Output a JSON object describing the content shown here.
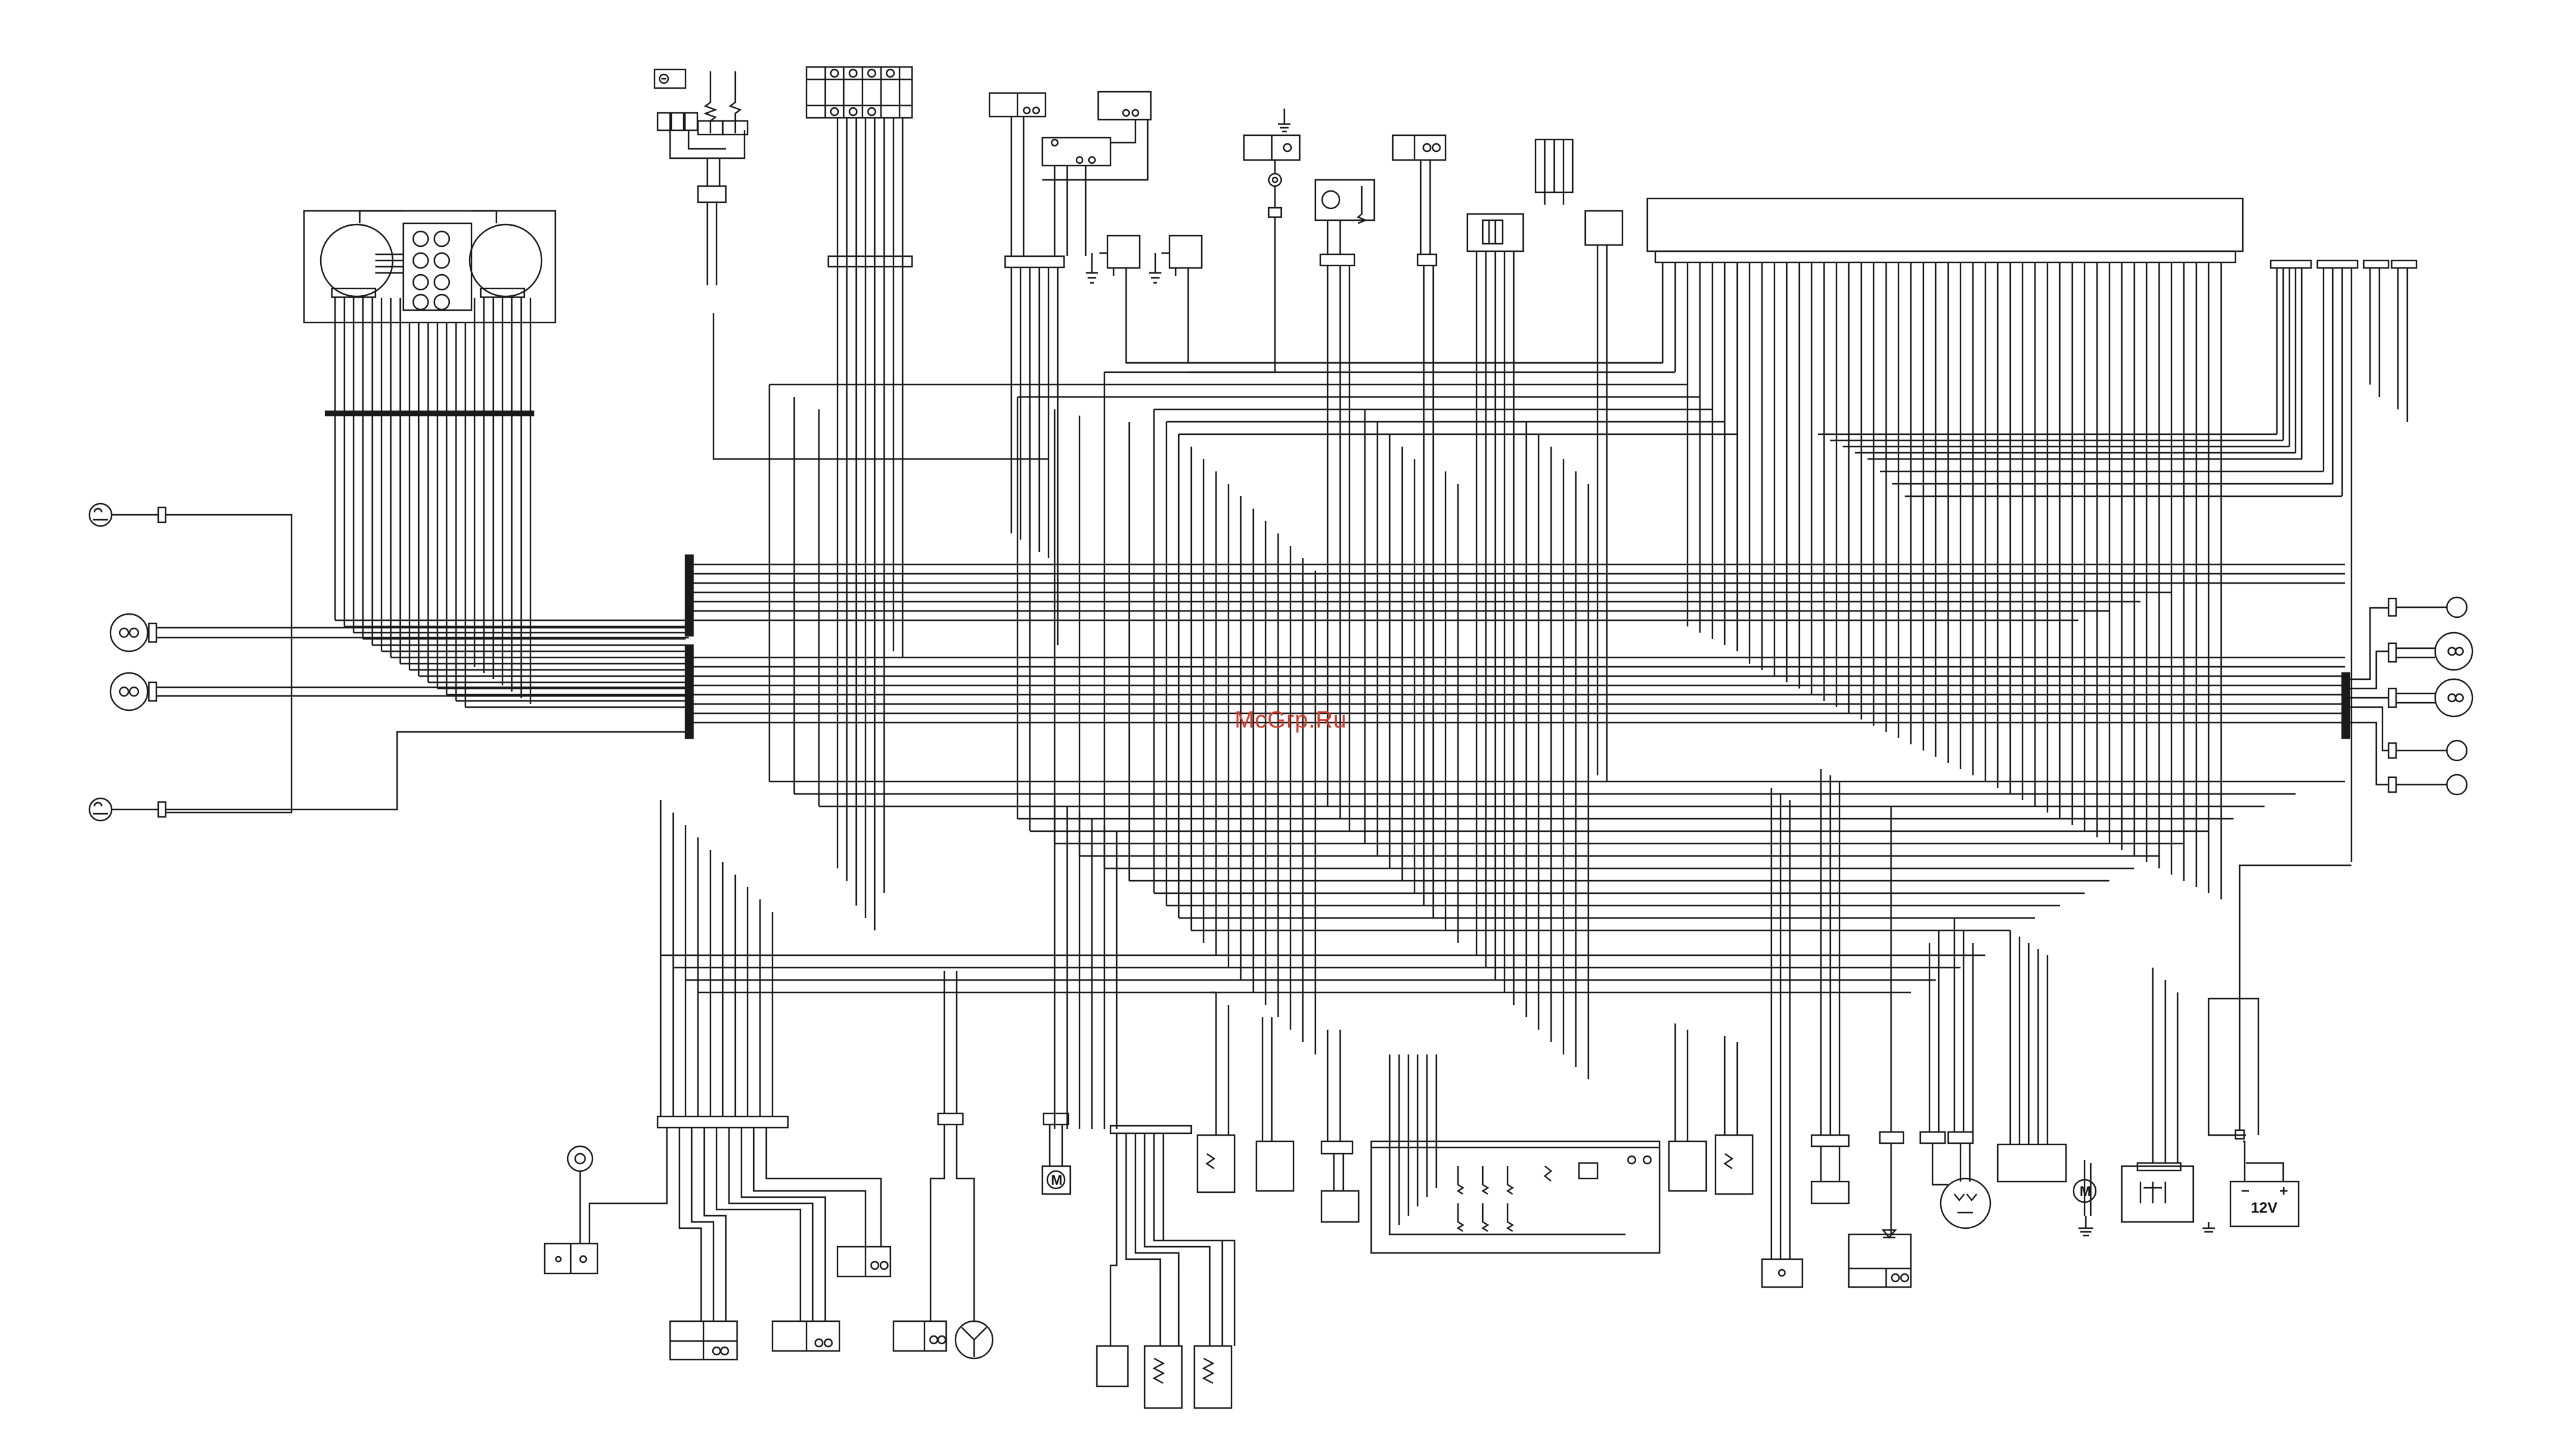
{
  "diagram": {
    "type": "wiring-schematic",
    "watermark": "McGrp.Ru",
    "battery_label": "12V",
    "motor_label": "M",
    "colors": {
      "line": "#1a1a1a",
      "background": "#ffffff",
      "watermark": "#d23a2c"
    },
    "icons": [
      "bulb-icon",
      "lamp-icon",
      "gauge-icon",
      "relay-icon",
      "motor-icon",
      "fan-icon",
      "battery-icon",
      "ground-icon",
      "connector-icon",
      "ecu-icon",
      "fuse-box-icon",
      "sensor-icon"
    ]
  }
}
